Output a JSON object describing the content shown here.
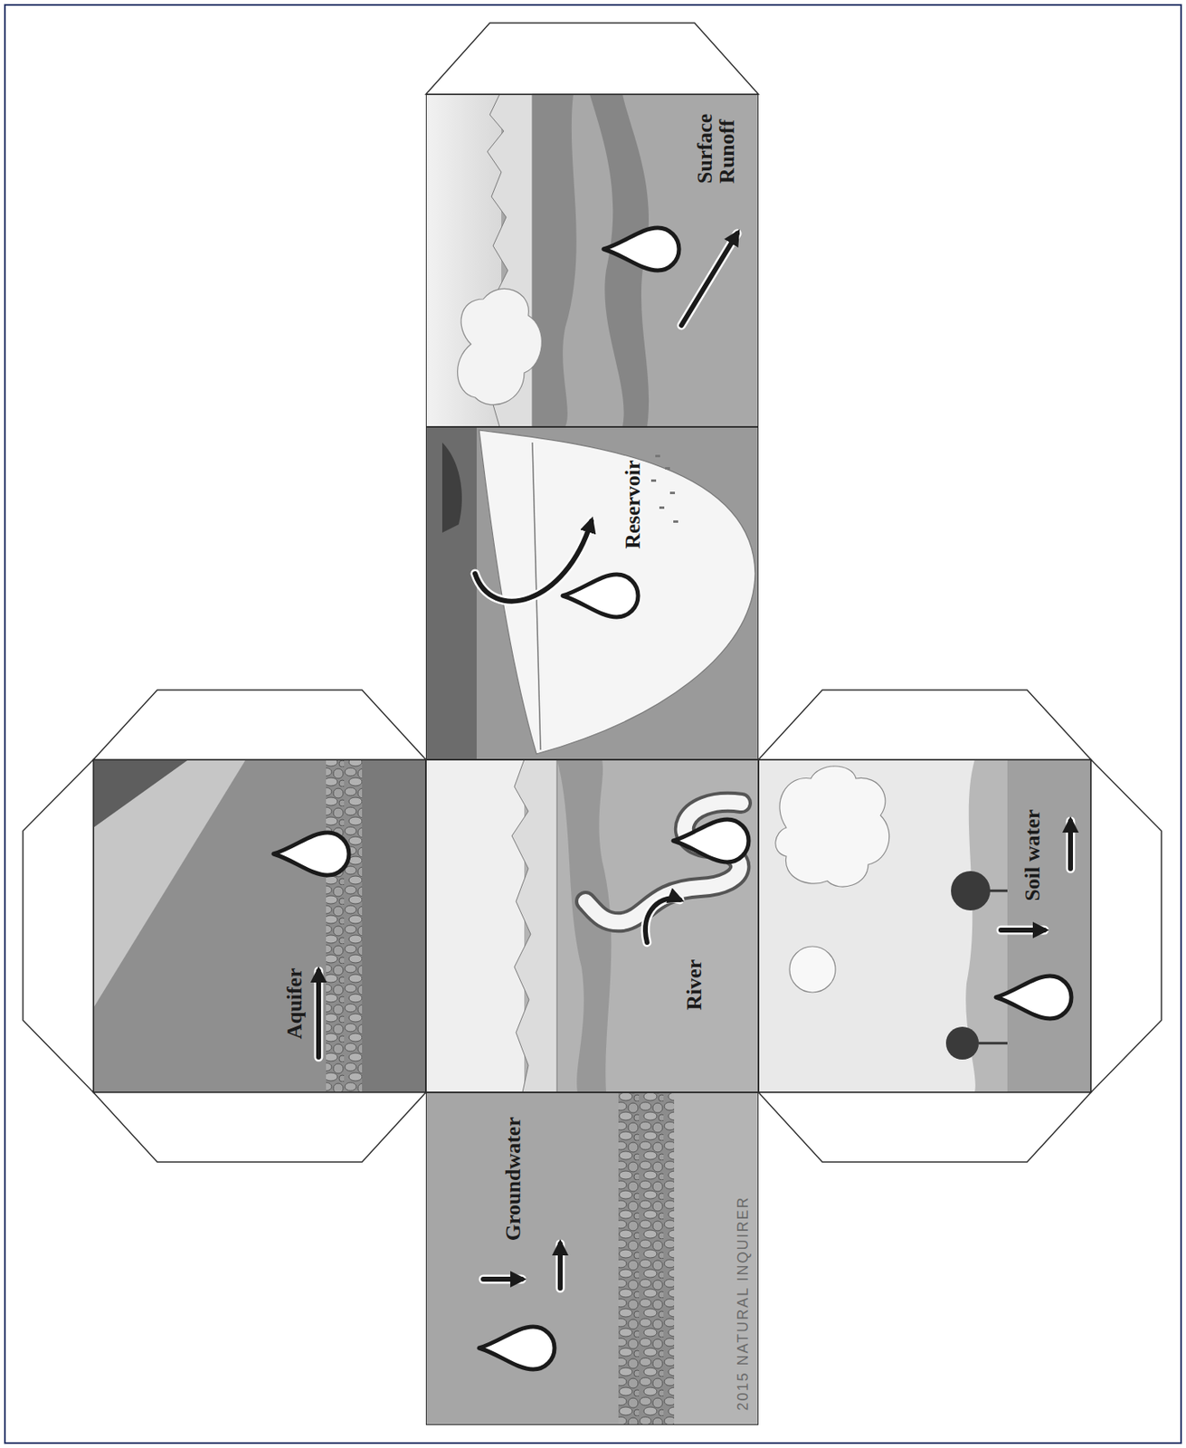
{
  "diagram": {
    "nodes": [
      {
        "text": [
          "Surface Runoff"
        ]
      },
      {
        "text": [
          "Reservoir"
        ]
      },
      {
        "text": [
          "Aquifer"
        ]
      },
      {
        "text": [
          "River"
        ]
      },
      {
        "text": [
          "Soil water"
        ]
      },
      {
        "text": [
          "Groundwater"
        ]
      }
    ],
    "labels": [
      "2015 NATURAL INQUIRER"
    ]
  }
}
